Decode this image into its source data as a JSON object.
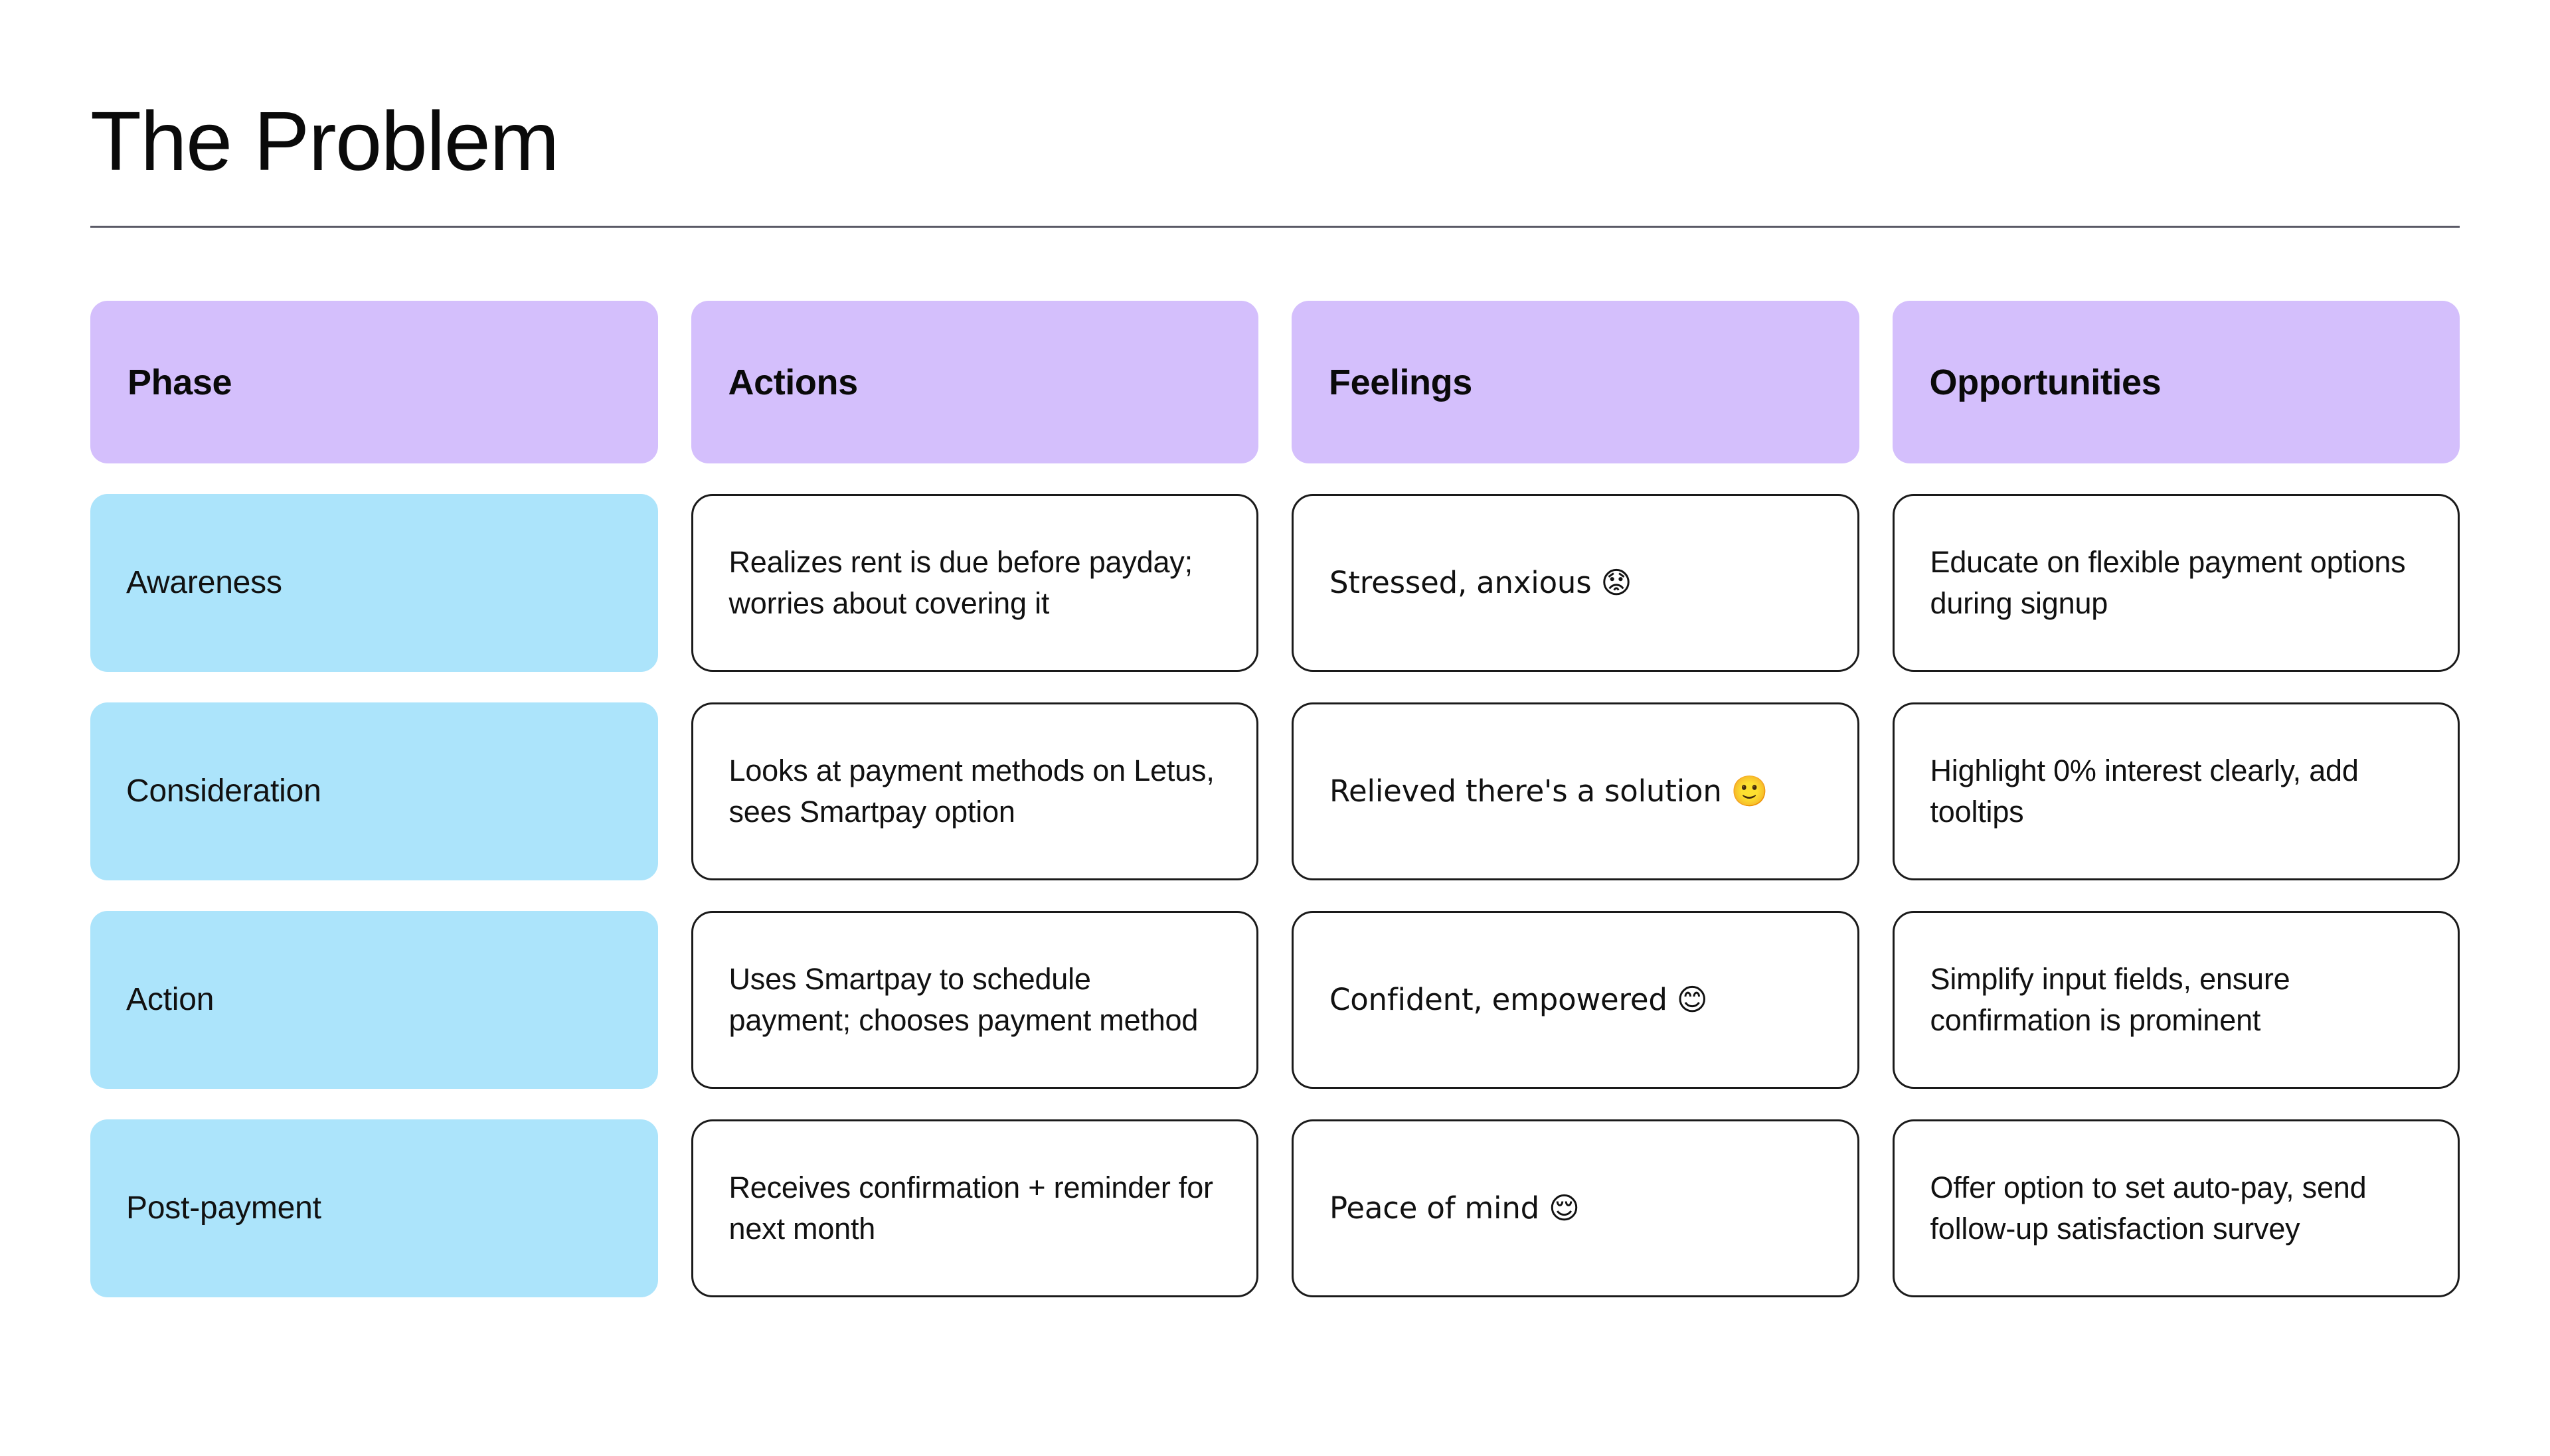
{
  "page_title": "The Problem",
  "colors": {
    "header_purple": "#d4bffc",
    "phase_blue": "#ace4fb",
    "card_border": "#1a1a1a",
    "rule": "#5a5a66",
    "background": "#ffffff"
  },
  "table": {
    "headers": [
      {
        "label": "Phase"
      },
      {
        "label": "Actions"
      },
      {
        "label": "Feelings"
      },
      {
        "label": "Opportunities"
      }
    ],
    "rows": [
      {
        "phase": "Awareness",
        "actions": "Realizes rent is due before payday; worries about covering it",
        "feelings": "Stressed, anxious 😟",
        "opportunities": "Educate on flexible payment options during signup"
      },
      {
        "phase": "Consideration",
        "actions": "Looks at payment methods on Letus, sees Smartpay option",
        "feelings": "Relieved there's a solution 🙂",
        "opportunities": "Highlight 0% interest clearly, add tooltips"
      },
      {
        "phase": "Action",
        "actions": "Uses Smartpay to schedule payment; chooses payment method",
        "feelings": "Confident, empowered 😊",
        "opportunities": "Simplify input fields, ensure confirmation is prominent"
      },
      {
        "phase": "Post-payment",
        "actions": "Receives confirmation + reminder for next month",
        "feelings": "Peace of mind 😌",
        "opportunities": "Offer option to set auto-pay, send follow-up satisfaction survey"
      }
    ]
  }
}
